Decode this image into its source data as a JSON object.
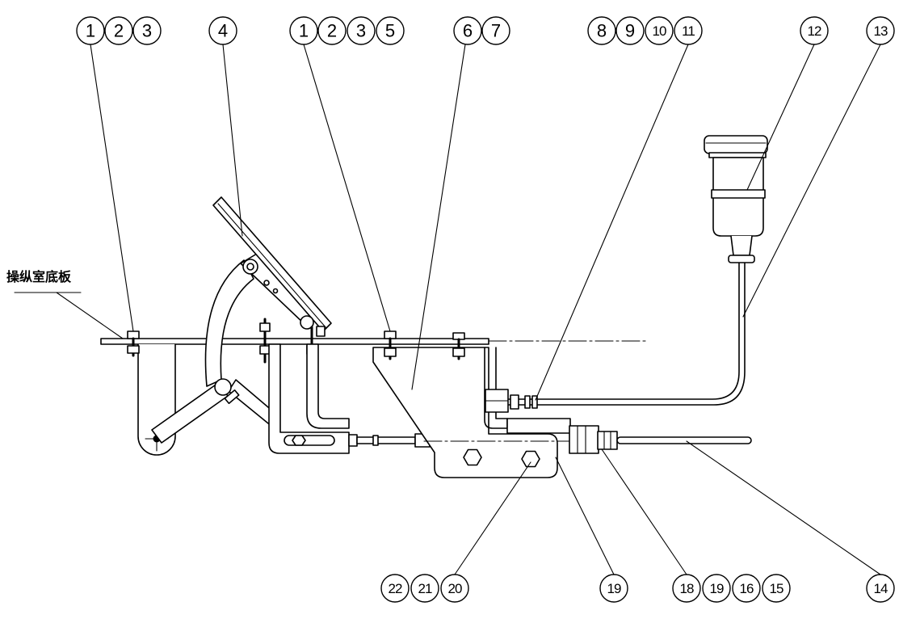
{
  "floor_label": "操纵室底板",
  "callouts_top": [
    [
      "1",
      "2",
      "3"
    ],
    [
      "4"
    ],
    [
      "1",
      "2",
      "3",
      "5"
    ],
    [
      "6",
      "7"
    ],
    [
      "8",
      "9",
      "10",
      "11"
    ],
    [
      "12"
    ],
    [
      "13"
    ]
  ],
  "callouts_bottom": [
    [
      "22",
      "21",
      "20"
    ],
    [
      "19"
    ],
    [
      "18",
      "19",
      "16",
      "15"
    ],
    [
      "14"
    ]
  ],
  "colors": {
    "line": "#000000",
    "background": "#ffffff"
  }
}
